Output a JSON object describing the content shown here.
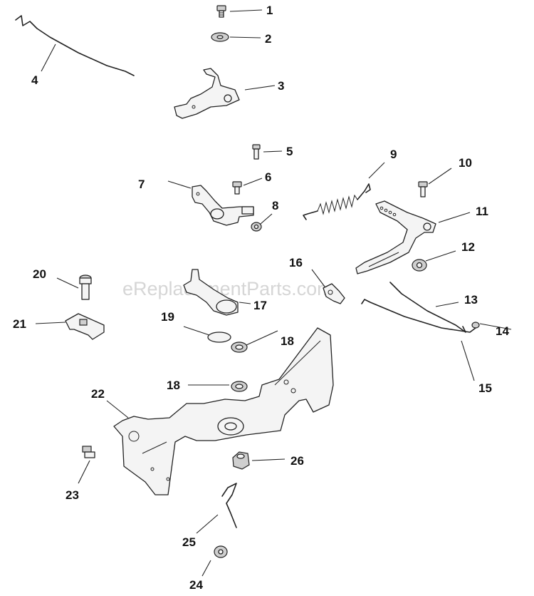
{
  "watermark": "eReplacementParts.com",
  "callouts": [
    {
      "id": "c1",
      "text": "1"
    },
    {
      "id": "c2",
      "text": "2"
    },
    {
      "id": "c3",
      "text": "3"
    },
    {
      "id": "c4",
      "text": "4"
    },
    {
      "id": "c5",
      "text": "5"
    },
    {
      "id": "c6",
      "text": "6"
    },
    {
      "id": "c7",
      "text": "7"
    },
    {
      "id": "c8",
      "text": "8"
    },
    {
      "id": "c9",
      "text": "9"
    },
    {
      "id": "c10",
      "text": "10"
    },
    {
      "id": "c11",
      "text": "11"
    },
    {
      "id": "c12",
      "text": "12"
    },
    {
      "id": "c13",
      "text": "13"
    },
    {
      "id": "c14",
      "text": "14"
    },
    {
      "id": "c15",
      "text": "15"
    },
    {
      "id": "c16",
      "text": "16"
    },
    {
      "id": "c17",
      "text": "17"
    },
    {
      "id": "c18a",
      "text": "18"
    },
    {
      "id": "c18b",
      "text": "18"
    },
    {
      "id": "c19",
      "text": "19"
    },
    {
      "id": "c20",
      "text": "20"
    },
    {
      "id": "c21",
      "text": "21"
    },
    {
      "id": "c22",
      "text": "22"
    },
    {
      "id": "c23",
      "text": "23"
    },
    {
      "id": "c24",
      "text": "24"
    },
    {
      "id": "c25",
      "text": "25"
    },
    {
      "id": "c26",
      "text": "26"
    }
  ]
}
